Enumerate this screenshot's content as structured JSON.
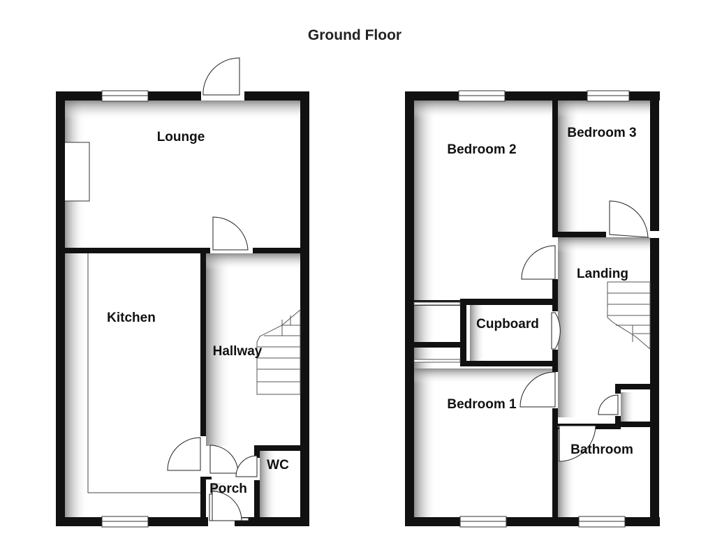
{
  "title": "Ground Floor",
  "rooms": {
    "lounge": "Lounge",
    "kitchen": "Kitchen",
    "hallway": "Hallway",
    "porch": "Porch",
    "wc": "WC",
    "bedroom2": "Bedroom 2",
    "bedroom3": "Bedroom 3",
    "landing": "Landing",
    "cupboard": "Cupboard",
    "bedroom1": "Bedroom 1",
    "bathroom": "Bathroom"
  },
  "colors": {
    "wall": "#111111",
    "shadow": "#8a8a8a",
    "background": "#ffffff"
  }
}
